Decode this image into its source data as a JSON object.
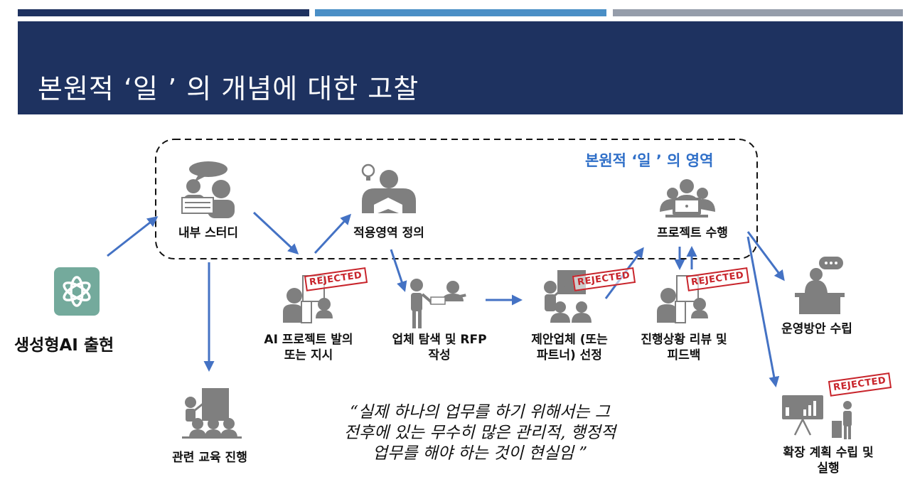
{
  "page_title": "본원적 ‘일 ’ 의 개념에 대한 고찰",
  "region_label": "본원적 ‘일 ’ 의 영역",
  "genai_label": "생성형AI 출현",
  "nodes": {
    "internal_study": "내부 스터디",
    "define_scope": "적용영역 정의",
    "project_exec": "프로젝트 수행",
    "ai_project": "AI 프로젝트 발의\n또는 지시",
    "vendor_rfp": "업체 탐색 및 RFP\n작성",
    "select_vendor": "제안업체 (또는\n파트너) 선정",
    "progress_review": "진행상황 리뷰 및\n피드백",
    "ops_plan": "운영방안 수립",
    "education": "관련 교육 진행",
    "expansion": "확장 계획 수립 및\n실행"
  },
  "stamp_text": "REJECTED",
  "quote": "“실제 하나의 업무를 하기 위해서는 그\n전후에 있는 무수히 많은 관리적, 행정적\n업무를 해야 하는 것이 현실임 ”",
  "colors": {
    "header": "#1e3260",
    "accent_blue": "#4a8fc6",
    "gray_bar": "#959daa",
    "arrow": "#4472c4",
    "region_text": "#2f6fc8",
    "stamp": "#c8242b",
    "icon_gray": "#7f7f7f",
    "openai_green": "#74aa9c"
  },
  "icons": [
    "discussion-icon",
    "reading-idea-icon",
    "team-laptop-icon",
    "openai-logo-icon",
    "meeting-icon",
    "vendor-search-icon",
    "presenter-board-icon",
    "review-meeting-icon",
    "thinking-desk-icon",
    "presentation-chart-icon",
    "teacher-board-icon"
  ]
}
